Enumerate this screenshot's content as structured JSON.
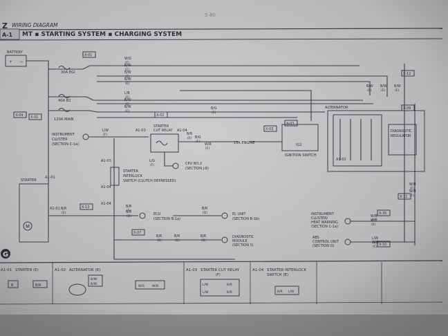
{
  "page": {
    "section_letter": "Z",
    "header_title": "WIRING DIAGRAM",
    "page_ref": "5-80",
    "section_code": "A-1",
    "system_title": "MT ▪ STARTING SYSTEM ▪ CHARGING SYSTEM",
    "logo_letter": "G"
  },
  "components": {
    "battery": "BATTERY",
    "alternator": "ALTERNATOR",
    "diagnostic_regulator": [
      "DIAGNOSTIC",
      "REGULATOR"
    ],
    "starter": "STARTER",
    "starter_cut_relay": [
      "STARTER",
      "CUT RELAY"
    ],
    "interlock_switch": [
      "STARTER",
      "INTERLOCK",
      "SWITCH (CLUTCH DEPRESSED)"
    ],
    "instrument_cluster": [
      "INSTRUMENT",
      "CLUSTER",
      "(SECTION C-1a)"
    ],
    "cpu": [
      "CPU NO.2",
      "(SECTION J-8)"
    ],
    "ecu": [
      "ECU",
      "(SECTION B-1a)"
    ],
    "el_unit": [
      "EL UNIT",
      "(SECTION B-1b)"
    ],
    "diag_module": [
      "DIAGNOSTIC",
      "MODULE",
      "(SECTION S)"
    ],
    "heat_warning": [
      "INSTRUMENT",
      "CLUSTER/",
      "HEAT WARNING",
      "(SECTION C-1a)"
    ],
    "abs_unit": [
      "ABS",
      "CONTROL UNIT",
      "(SECTION O)"
    ],
    "ignition_switch": "IGNITION SWITCH",
    "engine": "15A ENGINE",
    "ig_ref": "IG2"
  },
  "fuses": {
    "f1": "30A EGI",
    "f2": "40A B2",
    "f3": "120A MAIN",
    "f4": "15A ENGINE"
  },
  "connectors": [
    "X-01",
    "X-02",
    "X-12",
    "X-03",
    "X-03",
    "X-11",
    "X-13",
    "X-07",
    "X-35",
    "X-10",
    "X-09",
    "A1-01",
    "A1-02",
    "A1-03",
    "A1-04",
    "A1-03",
    "A1-04",
    "A1-04",
    "A1-01",
    "X-04",
    "X-01"
  ],
  "wire_labels": [
    "W/G",
    "(F)",
    "B/W",
    "(F)",
    "B/W",
    "(E)",
    "B/W",
    "(E)",
    "L/B",
    "(E)",
    "B/W",
    "(E)",
    "B/W",
    "(E)",
    "B/G",
    "(E)",
    "B/R",
    "(E)",
    "L/W",
    "(F)",
    "B/R",
    "(F)",
    "B/G",
    "(F)",
    "L/G",
    "(F)",
    "W/R",
    "(F)",
    "B/R",
    "(D)",
    "B/R",
    "(D)",
    "B/R",
    "(D)",
    "B/R",
    "(E)",
    "B/R",
    "(D)",
    "W/B",
    "(F)",
    "W/B",
    "(F)",
    "W/B",
    "(C)",
    "W/B",
    "(E)",
    "B/W",
    "(E)",
    "B/W",
    "(E)",
    "B/W",
    "(E)",
    "B/R",
    "(D)",
    "L/W",
    "(E)",
    "W/B",
    "(C)"
  ],
  "connector_strip": [
    {
      "code": "A1-01",
      "name": "STARTER (E)",
      "pins": [
        "B",
        "B/R"
      ]
    },
    {
      "code": "A1-02",
      "name": "ALTERNATOR (E)",
      "pins": [
        "B/W",
        "B/W",
        "W/S",
        "W/B"
      ]
    },
    {
      "code": "A1-03",
      "name": "STARTER CUT RELAY",
      "sub": "(F)",
      "pins": [
        "L/W",
        "B/R",
        "L/W",
        "B/R"
      ]
    },
    {
      "code": "A1-04",
      "name": "STARTER INTERLOCK",
      "sub": "SWITCH (E)",
      "pins": [
        "B/R",
        "L/W"
      ]
    }
  ],
  "colors": {
    "paper": "#c6c6c8",
    "ink": "#2b2e33",
    "vignette": "#3b3c3e"
  }
}
